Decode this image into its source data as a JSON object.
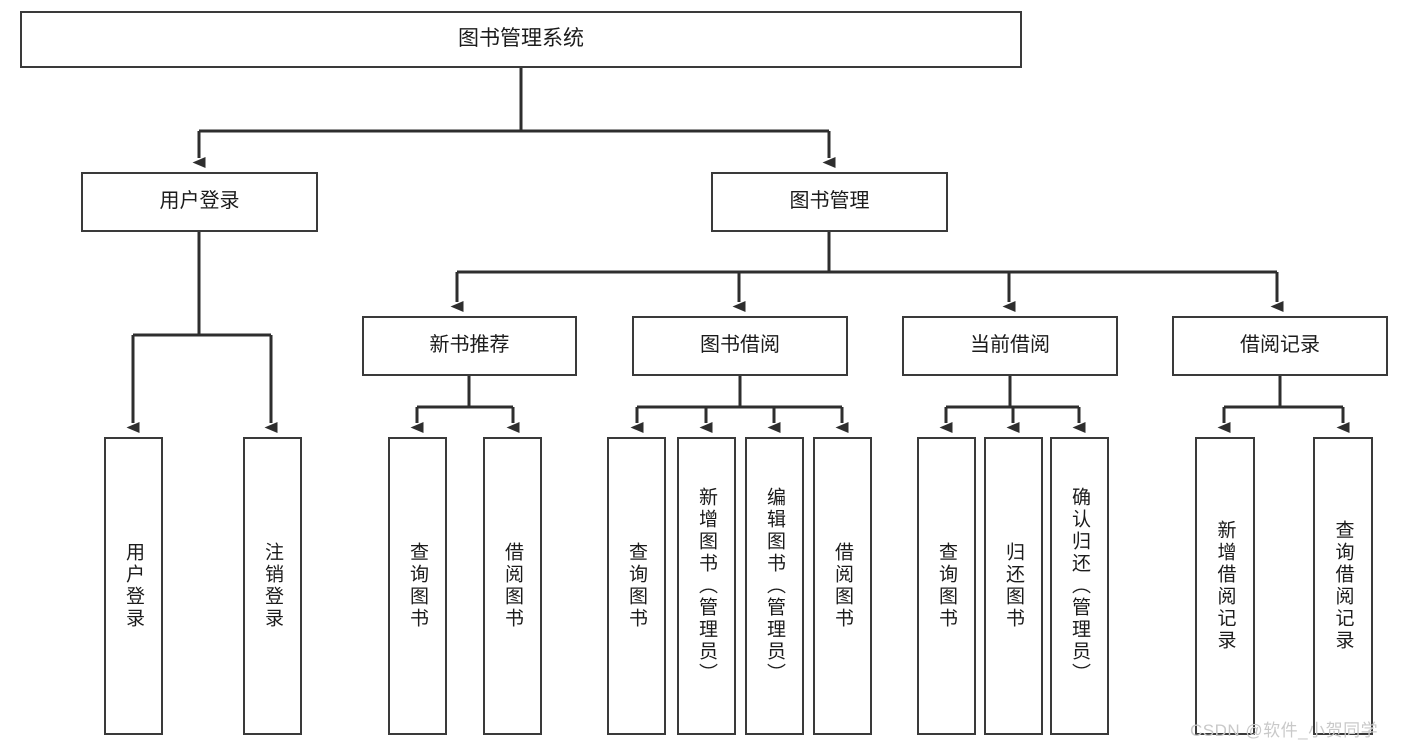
{
  "diagram": {
    "title": "图书管理系统",
    "type": "tree-hierarchy",
    "watermark": "CSDN @软件_小贺同学",
    "colors": {
      "background": "#ffffff",
      "border": "#3a3a3a",
      "text": "#1b1b1b",
      "watermark": "#c9c9c9"
    },
    "root": {
      "label": "图书管理系统"
    },
    "level1": [
      {
        "id": "user-login",
        "label": "用户登录"
      },
      {
        "id": "book-management",
        "label": "图书管理"
      }
    ],
    "level2": [
      {
        "id": "new-book-recommend",
        "label": "新书推荐"
      },
      {
        "id": "book-borrow",
        "label": "图书借阅"
      },
      {
        "id": "current-borrow",
        "label": "当前借阅"
      },
      {
        "id": "borrow-record",
        "label": "借阅记录"
      }
    ],
    "leaves": {
      "user_login": [
        {
          "id": "user-login-leaf",
          "label": "用户登录"
        },
        {
          "id": "logout-leaf",
          "label": "注销登录"
        }
      ],
      "new_book_recommend": [
        {
          "id": "query-book-1",
          "label": "查询图书"
        },
        {
          "id": "borrow-book-1",
          "label": "借阅图书"
        }
      ],
      "book_borrow": [
        {
          "id": "query-book-2",
          "label": "查询图书"
        },
        {
          "id": "add-book-admin",
          "label": "新增图书（管理员）"
        },
        {
          "id": "edit-book-admin",
          "label": "编辑图书（管理员）"
        },
        {
          "id": "borrow-book-2",
          "label": "借阅图书"
        }
      ],
      "current_borrow": [
        {
          "id": "query-book-3",
          "label": "查询图书"
        },
        {
          "id": "return-book",
          "label": "归还图书"
        },
        {
          "id": "confirm-return-admin",
          "label": "确认归还（管理员）"
        }
      ],
      "borrow_record": [
        {
          "id": "add-borrow-record",
          "label": "新增借阅记录"
        },
        {
          "id": "query-borrow-record",
          "label": "查询借阅记录"
        }
      ]
    }
  }
}
